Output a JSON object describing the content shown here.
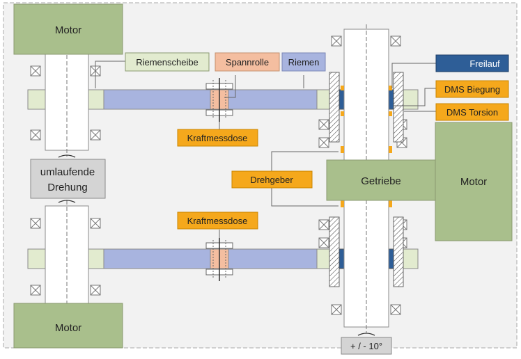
{
  "labels": {
    "motor_top": "Motor",
    "motor_bottom": "Motor",
    "motor_right": "Motor",
    "riemenscheibe": "Riemenscheibe",
    "spannrolle": "Spannrolle",
    "riemen": "Riemen",
    "freilauf": "Freilauf",
    "dms_biegung": "DMS Biegung",
    "dms_torsion": "DMS Torsion",
    "kraftmessdose_top": "Kraftmessdose",
    "kraftmessdose_bottom": "Kraftmessdose",
    "umlaufende": "umlaufende",
    "drehung": "Drehung",
    "drehgeber": "Drehgeber",
    "getriebe": "Getriebe",
    "angle": "+ / - 10°"
  },
  "colors": {
    "motor": "#a9bf8c",
    "belt": "#a8b4df",
    "pulley": "#e2ebcf",
    "tensioner": "#f4bea0",
    "sensor": "#f5a81c",
    "freilauf": "#2e5e97",
    "grey_box": "#d4d4d4",
    "shaft": "#ffffff"
  }
}
